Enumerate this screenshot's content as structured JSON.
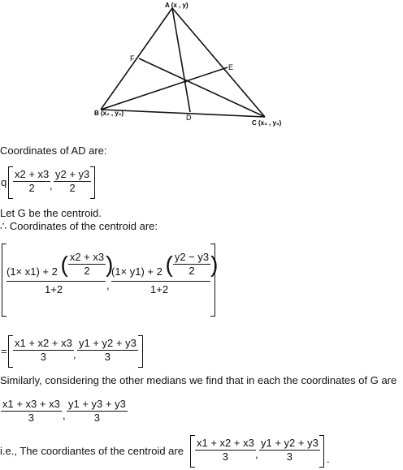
{
  "figure": {
    "A": "A (x , y)",
    "B": "B (x₂ , y₂)",
    "C": "C (x₃ , y₃)",
    "D": "D",
    "E": "E",
    "F": "F"
  },
  "text": {
    "coords_ad": "Coordinates of AD are:",
    "let_g": "Let G be the centroid.",
    "therefore": "∴ Coordinates of the centroid are:",
    "similarly": "Similarly, considering the other medians we find that in each the coordinates of G are",
    "ie": "i.e., The coordiantes of the centroid are"
  },
  "eq1": {
    "prefix": "q",
    "n1": "x2 + x3",
    "d1": "2",
    "n2": "y2 + y3",
    "d2": "2"
  },
  "eq2": {
    "n1a": "(1× x1) + 2",
    "n1b": "x2 + x3",
    "n1c": "2",
    "d1": "1+2",
    "n2a": "(1× y1) + 2",
    "n2b": "y2 − y3",
    "n2c": "2",
    "d2": "1+2"
  },
  "eq3": {
    "prefix": "=",
    "n1": "x1 + x2 + x3",
    "d1": "3",
    "n2": "y1 + y2 + y3",
    "d2": "3"
  },
  "eq4": {
    "n1": "x1 + x3 + x3",
    "d1": "3",
    "n2": "y1 + y3 + y3",
    "d2": "3"
  },
  "eq5": {
    "n1": "x1 + x2 + x3",
    "d1": "3",
    "n2": "y1 + y2 + y3",
    "d2": "3",
    "suffix": "."
  }
}
